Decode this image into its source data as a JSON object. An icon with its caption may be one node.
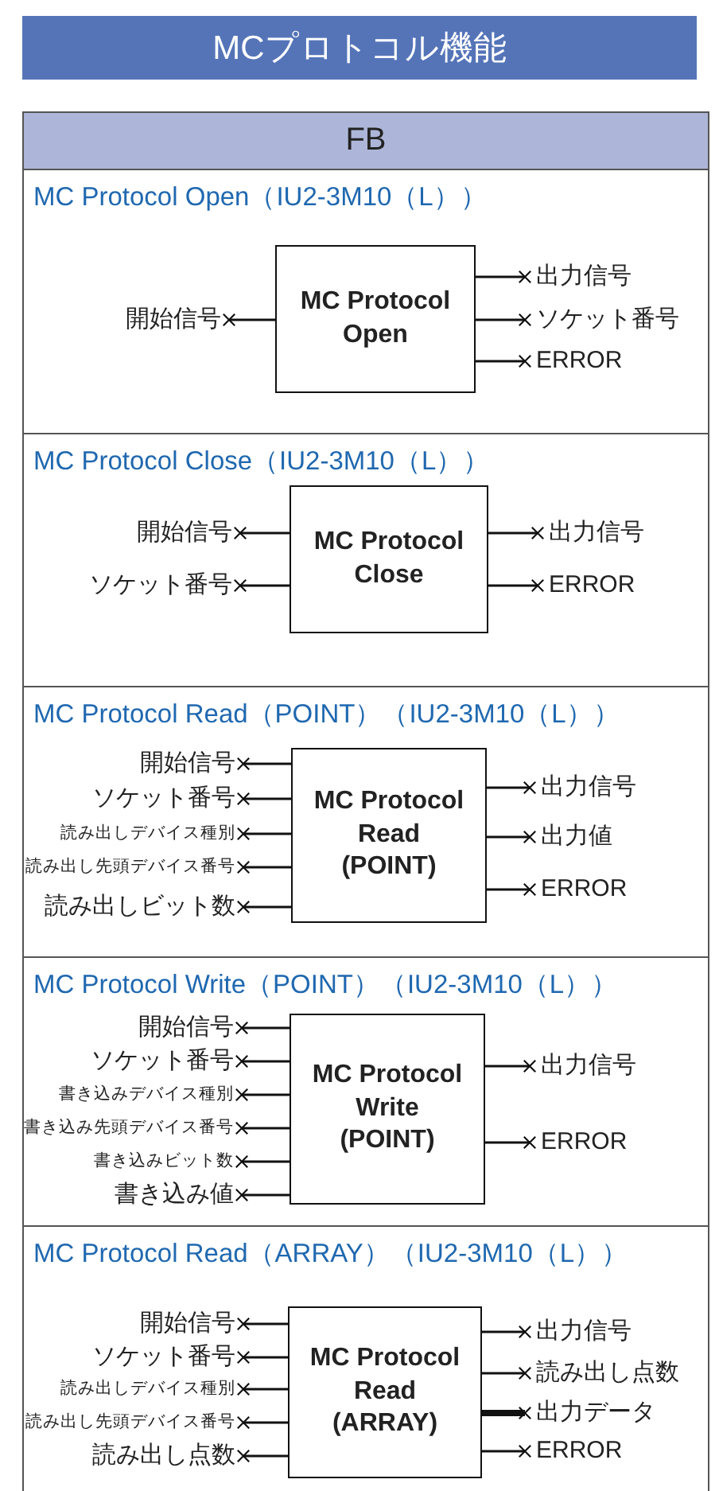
{
  "diagram": {
    "title": "MCプロトコル機能",
    "labels": [
      "FB"
    ],
    "nodes": [
      {
        "text": [
          "MC Protocol Open（IU2-3M10（L））"
        ]
      },
      {
        "text": [
          "MC Protocol Open"
        ],
        "in": 0
      },
      {
        "text": [
          "開始信号"
        ],
        "in": 0
      },
      {
        "text": [
          "出力信号"
        ],
        "in": 0
      },
      {
        "text": [
          "ソケット番号"
        ],
        "in": 0
      },
      {
        "text": [
          "ERROR"
        ],
        "in": 0
      },
      {
        "text": [
          "MC Protocol Close（IU2-3M10（L））"
        ]
      },
      {
        "text": [
          "MC Protocol Close"
        ],
        "in": 6
      },
      {
        "text": [
          "開始信号"
        ],
        "in": 6
      },
      {
        "text": [
          "ソケット番号"
        ],
        "in": 6
      },
      {
        "text": [
          "出力信号"
        ],
        "in": 6
      },
      {
        "text": [
          "ERROR"
        ],
        "in": 6
      },
      {
        "text": [
          "MC Protocol Read（POINT）（IU2-3M10（L））"
        ]
      },
      {
        "text": [
          "MC Protocol Read (POINT)"
        ],
        "in": 12
      },
      {
        "text": [
          "開始信号"
        ],
        "in": 12
      },
      {
        "text": [
          "ソケット番号"
        ],
        "in": 12
      },
      {
        "text": [
          "読み出しデバイス種別"
        ],
        "in": 12
      },
      {
        "text": [
          "読み出し先頭デバイス番号"
        ],
        "in": 12
      },
      {
        "text": [
          "読み出しビット数"
        ],
        "in": 12
      },
      {
        "text": [
          "出力信号"
        ],
        "in": 12
      },
      {
        "text": [
          "出力値"
        ],
        "in": 12
      },
      {
        "text": [
          "ERROR"
        ],
        "in": 12
      },
      {
        "text": [
          "MC Protocol Write（POINT）（IU2-3M10（L））"
        ]
      },
      {
        "text": [
          "MC Protocol Write (POINT)"
        ],
        "in": 22
      },
      {
        "text": [
          "開始信号"
        ],
        "in": 22
      },
      {
        "text": [
          "ソケット番号"
        ],
        "in": 22
      },
      {
        "text": [
          "書き込みデバイス種別"
        ],
        "in": 22
      },
      {
        "text": [
          "書き込み先頭デバイス番号"
        ],
        "in": 22
      },
      {
        "text": [
          "書き込みビット数"
        ],
        "in": 22
      },
      {
        "text": [
          "書き込み値"
        ],
        "in": 22
      },
      {
        "text": [
          "出力信号"
        ],
        "in": 22
      },
      {
        "text": [
          "ERROR"
        ],
        "in": 22
      },
      {
        "text": [
          "MC Protocol Read（ARRAY）（IU2-3M10（L））"
        ]
      },
      {
        "text": [
          "MC Protocol Read (ARRAY)"
        ],
        "in": 32
      },
      {
        "text": [
          "開始信号"
        ],
        "in": 32
      },
      {
        "text": [
          "ソケット番号"
        ],
        "in": 32
      },
      {
        "text": [
          "読み出しデバイス種別"
        ],
        "in": 32
      },
      {
        "text": [
          "読み出し先頭デバイス番号"
        ],
        "in": 32
      },
      {
        "text": [
          "読み出し点数"
        ],
        "in": 32
      },
      {
        "text": [
          "出力信号"
        ],
        "in": 32
      },
      {
        "text": [
          "読み出し点数"
        ],
        "in": 32
      },
      {
        "text": [
          "出力データ"
        ],
        "in": 32
      },
      {
        "text": [
          "ERROR"
        ],
        "in": 32
      }
    ],
    "edges": [
      {
        "from": 1,
        "to": 2,
        "arrow": "other"
      },
      {
        "from": 1,
        "to": 3,
        "arrow": "other"
      },
      {
        "from": 1,
        "to": 4,
        "arrow": "other"
      },
      {
        "from": 1,
        "to": 5,
        "arrow": "other"
      },
      {
        "from": 7,
        "to": 8,
        "arrow": "other"
      },
      {
        "from": 7,
        "to": 9,
        "arrow": "other"
      },
      {
        "from": 7,
        "to": 10,
        "arrow": "other"
      },
      {
        "from": 7,
        "to": 11,
        "arrow": "other"
      },
      {
        "from": 13,
        "to": 14,
        "arrow": "other"
      },
      {
        "from": 13,
        "to": 15,
        "arrow": "other"
      },
      {
        "from": 13,
        "to": 16,
        "arrow": "other"
      },
      {
        "from": 13,
        "to": 17,
        "arrow": "other"
      },
      {
        "from": 13,
        "to": 18,
        "arrow": "other"
      },
      {
        "from": 13,
        "to": 19,
        "arrow": "other"
      },
      {
        "from": 13,
        "to": 20,
        "arrow": "other"
      },
      {
        "from": 13,
        "to": 21,
        "arrow": "other"
      },
      {
        "from": 23,
        "to": 24,
        "arrow": "other"
      },
      {
        "from": 23,
        "to": 25,
        "arrow": "other"
      },
      {
        "from": 23,
        "to": 26,
        "arrow": "other"
      },
      {
        "from": 23,
        "to": 27,
        "arrow": "other"
      },
      {
        "from": 23,
        "to": 28,
        "arrow": "other"
      },
      {
        "from": 23,
        "to": 29,
        "arrow": "other"
      },
      {
        "from": 23,
        "to": 30,
        "arrow": "other"
      },
      {
        "from": 23,
        "to": 31,
        "arrow": "other"
      },
      {
        "from": 33,
        "to": 34,
        "arrow": "other"
      },
      {
        "from": 33,
        "to": 35,
        "arrow": "other"
      },
      {
        "from": 33,
        "to": 36,
        "arrow": "other"
      },
      {
        "from": 33,
        "to": 37,
        "arrow": "other"
      },
      {
        "from": 33,
        "to": 38,
        "arrow": "other"
      },
      {
        "from": 33,
        "to": 39,
        "arrow": "other"
      },
      {
        "from": 33,
        "to": 40,
        "arrow": "other"
      },
      {
        "from": 33,
        "to": 41,
        "arrow": "other",
        "style": "thick"
      },
      {
        "from": 33,
        "to": 42,
        "arrow": "other"
      }
    ]
  }
}
